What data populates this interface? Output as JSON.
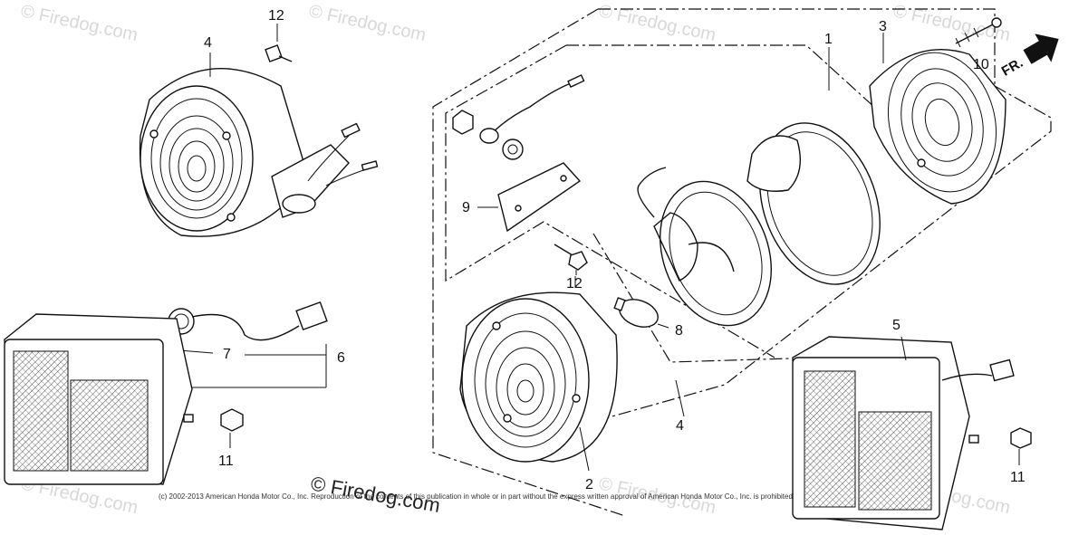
{
  "watermark_text": "© Firedog.com",
  "copyright_text": "(c) 2002-2013 American Honda Motor Co., Inc. Reproduction of the contents of this publication in whole or in part without the express written approval of American Honda Motor Co., Inc. is prohibited",
  "footer_watermark": "© Firedog.com",
  "direction_label": "FR.",
  "callouts": {
    "c1": "1",
    "c2": "2",
    "c3": "3",
    "c4_top": "4",
    "c4_bottom": "4",
    "c5": "5",
    "c6": "6",
    "c7": "7",
    "c8": "8",
    "c9": "9",
    "c10": "10",
    "c11_left": "11",
    "c11_right": "11",
    "c12_top": "12",
    "c12_mid": "12"
  }
}
